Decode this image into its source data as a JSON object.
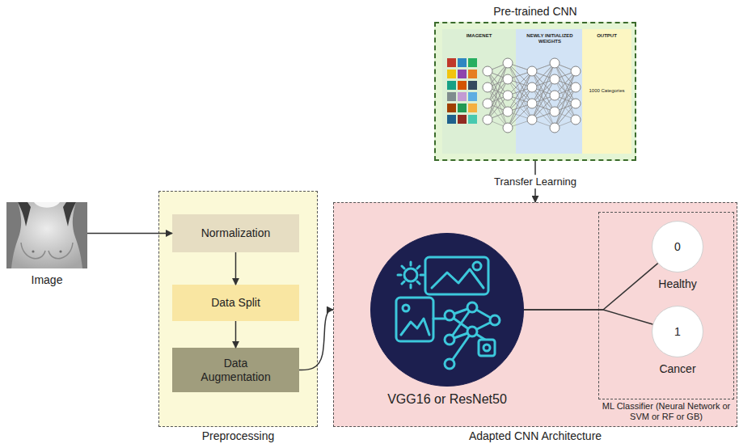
{
  "diagram": {
    "nodes": [
      {
        "text": [
          "Image"
        ]
      },
      {
        "text": [
          "Pre-trained CNN"
        ]
      },
      {
        "text": [
          "IMAGENET"
        ],
        "in": 1
      },
      {
        "text": [
          "NEWLY INITIALIZED WEIGHTS"
        ],
        "in": 1
      },
      {
        "text": [
          "OUTPUT",
          "1000 Categories"
        ],
        "in": 1
      },
      {
        "text": [
          "Preprocessing"
        ]
      },
      {
        "text": [
          "Normalization"
        ],
        "in": 5
      },
      {
        "text": [
          "Data Split"
        ],
        "in": 5
      },
      {
        "text": [
          "Data Augmentation"
        ],
        "in": 5
      },
      {
        "text": [
          "Adapted CNN Architecture"
        ]
      },
      {
        "text": [
          "VGG16 or ResNet50"
        ],
        "in": 9
      },
      {
        "text": [
          "ML Classifier (Neural Network or SVM or RF or GB)"
        ],
        "in": 9
      },
      {
        "text": [
          "0",
          "Healthy"
        ],
        "in": 11
      },
      {
        "text": [
          "1",
          "Cancer"
        ],
        "in": 11
      }
    ],
    "edges": [
      {
        "from": 0,
        "to": 6,
        "arrow": "to"
      },
      {
        "from": 6,
        "to": 7,
        "arrow": "to"
      },
      {
        "from": 7,
        "to": 8,
        "arrow": "to"
      },
      {
        "from": 8,
        "to": 9,
        "arrow": "to"
      },
      {
        "from": 1,
        "to": 9,
        "label": "Transfer Learning",
        "arrow": "to"
      },
      {
        "from": 10,
        "to": 12,
        "arrow": "none"
      },
      {
        "from": 10,
        "to": 13,
        "arrow": "none"
      }
    ]
  }
}
